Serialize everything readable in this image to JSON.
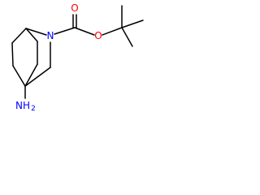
{
  "molecule": {
    "atoms": {
      "nitrogen": {
        "label": "N",
        "color": "#0000ff"
      },
      "carbonyl_oxygen": {
        "label": "O",
        "color": "#ff0000"
      },
      "ester_oxygen": {
        "label": "O",
        "color": "#ff0000"
      },
      "amine": {
        "label": "NH",
        "subscript": "2",
        "color": "#0000ff"
      }
    },
    "bond_color": "#000000"
  }
}
